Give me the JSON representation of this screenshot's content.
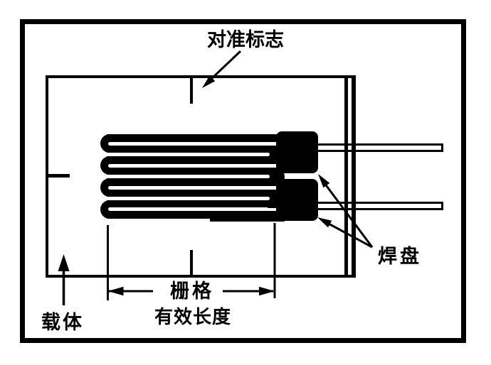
{
  "diagram": {
    "title": "strain-gauge-structure-diagram",
    "labels": {
      "alignment_mark": "对准标志",
      "solder_pad": "焊盘",
      "carrier": "载体",
      "grid": "栅格",
      "effective_length": "有效长度"
    },
    "grid_info": {
      "bar_count": 8,
      "pad_count": 2,
      "lead_count": 2
    },
    "colors": {
      "ink": "#000000",
      "background": "#ffffff"
    }
  }
}
